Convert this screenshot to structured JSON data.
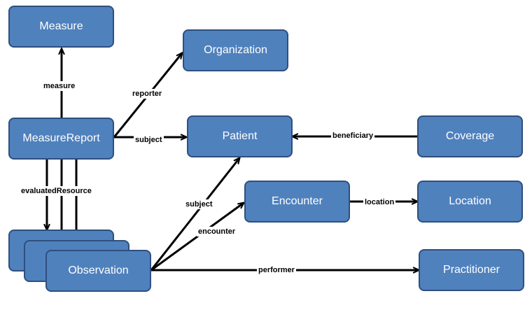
{
  "colors": {
    "node_fill": "#4f81bd",
    "node_border": "#2f4f7f",
    "node_text": "#ffffff",
    "edge": "#000000"
  },
  "nodes": {
    "measure": "Measure",
    "organization": "Organization",
    "measure_report": "MeasureReport",
    "patient": "Patient",
    "coverage": "Coverage",
    "encounter": "Encounter",
    "location": "Location",
    "observation": "Observation",
    "practitioner": "Practitioner"
  },
  "edges": {
    "measure": "measure",
    "reporter": "reporter",
    "subject_report": "subject",
    "beneficiary": "beneficiary",
    "evaluated_resource": "evaluatedResource",
    "subject_observation": "subject",
    "encounter": "encounter",
    "location": "location",
    "performer": "performer"
  }
}
